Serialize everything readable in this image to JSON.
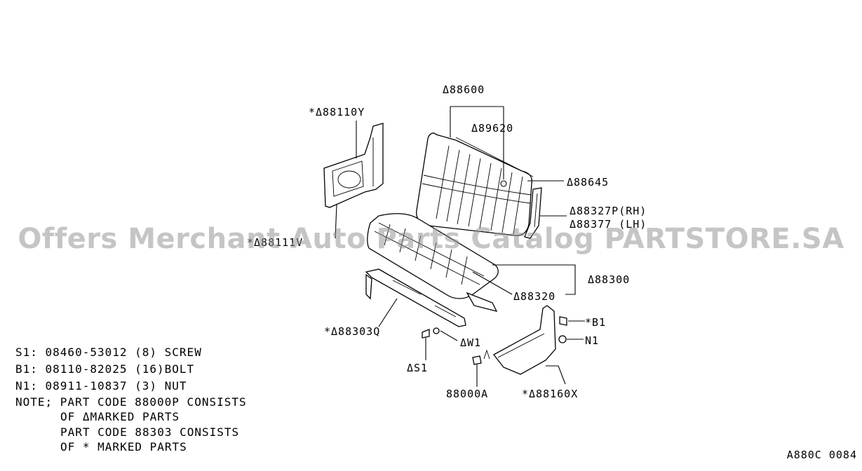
{
  "watermark": "Offers Merchant Auto Parts Catalog PARTSTORE.SA",
  "callouts": {
    "c88600": "Δ88600",
    "c88110y": "*Δ88110Y",
    "c89620": "Δ89620",
    "c88645": "Δ88645",
    "c88327p": "Δ88327P(RH)",
    "c88377": "Δ88377 (LH)",
    "c88111": "*Δ88111V",
    "c88300": "Δ88300",
    "c88320": "Δ88320",
    "c88303q": "*Δ88303Q",
    "cb1": "*B1",
    "cn1": "N1",
    "cw1": "ΔW1",
    "cs1": "ΔS1",
    "c88000a": "88000A",
    "c88160x": "*Δ88160X"
  },
  "legend": {
    "s1": "S1: 08460-53012 (8) SCREW",
    "b1": "B1: 08110-82025 (16)BOLT",
    "n1": "N1: 08911-10837 (3) NUT",
    "note1": "NOTE; PART CODE 88000P CONSISTS",
    "note2": "OF ΔMARKED PARTS",
    "note3": "PART CODE 88303 CONSISTS",
    "note4": "OF * MARKED PARTS"
  },
  "diagram_code": "A880C 0084"
}
